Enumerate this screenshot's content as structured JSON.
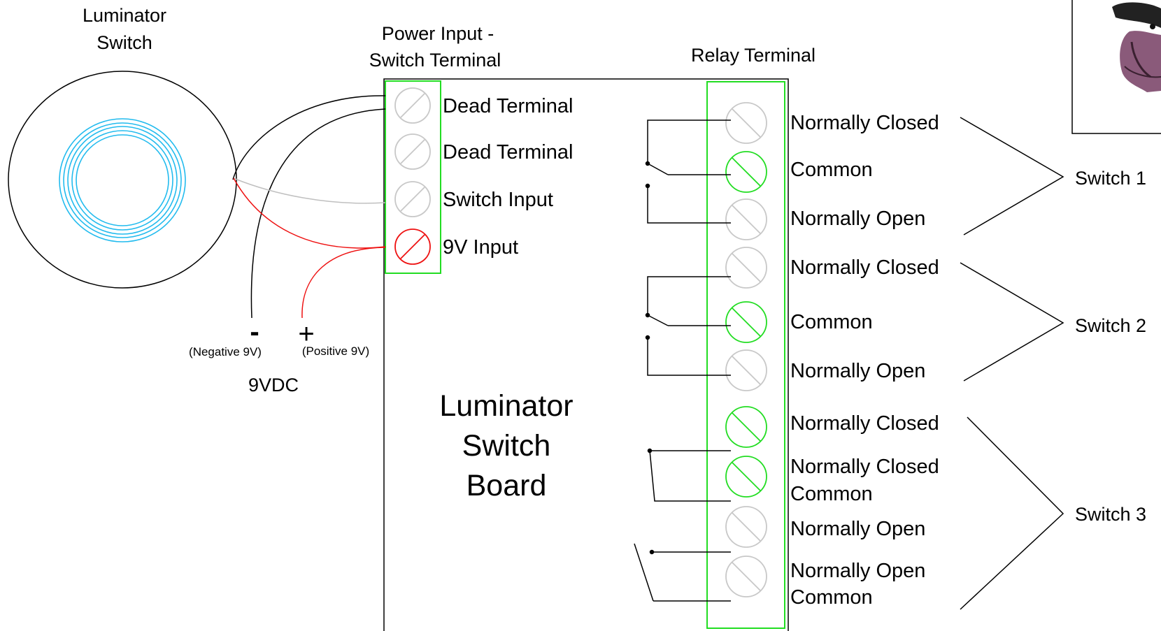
{
  "titles": {
    "luminator_switch": [
      "Luminator",
      "Switch"
    ],
    "power_input": [
      "Power Input -",
      "Switch Terminal"
    ],
    "relay_terminal": "Relay Terminal",
    "board": [
      "Luminator",
      "Switch",
      "Board"
    ]
  },
  "power_terminals": [
    {
      "label": "Dead Terminal",
      "color": "gray"
    },
    {
      "label": "Dead Terminal",
      "color": "gray"
    },
    {
      "label": "Switch Input",
      "color": "gray"
    },
    {
      "label": "9V Input",
      "color": "red"
    }
  ],
  "battery": {
    "negative_sign": "-",
    "positive_sign": "+",
    "negative_label": "(Negative 9V)",
    "positive_label": "(Positive 9V)",
    "supply_label": "9VDC"
  },
  "relay_terminals": [
    {
      "label": [
        "Normally Closed"
      ],
      "color": "gray"
    },
    {
      "label": [
        "Common"
      ],
      "color": "green"
    },
    {
      "label": [
        "Normally Open"
      ],
      "color": "gray"
    },
    {
      "label": [
        "Normally Closed"
      ],
      "color": "gray"
    },
    {
      "label": [
        "Common"
      ],
      "color": "green"
    },
    {
      "label": [
        "Normally Open"
      ],
      "color": "gray"
    },
    {
      "label": [
        "Normally Closed"
      ],
      "color": "green"
    },
    {
      "label": [
        "Normally Closed",
        "Common"
      ],
      "color": "green"
    },
    {
      "label": [
        "Normally Open"
      ],
      "color": "gray"
    },
    {
      "label": [
        "Normally Open",
        "Common"
      ],
      "color": "gray"
    }
  ],
  "switch_groups": [
    "Switch 1",
    "Switch 2",
    "Switch 3"
  ],
  "colors": {
    "gray": "#c8c8c8",
    "green": "#22dd22",
    "red": "#ee1111",
    "cyan": "#22bbee",
    "box_green": "#22dd22",
    "wire_black": "#000000",
    "wire_gray": "#c0c0c0",
    "wire_red": "#ee1111"
  }
}
